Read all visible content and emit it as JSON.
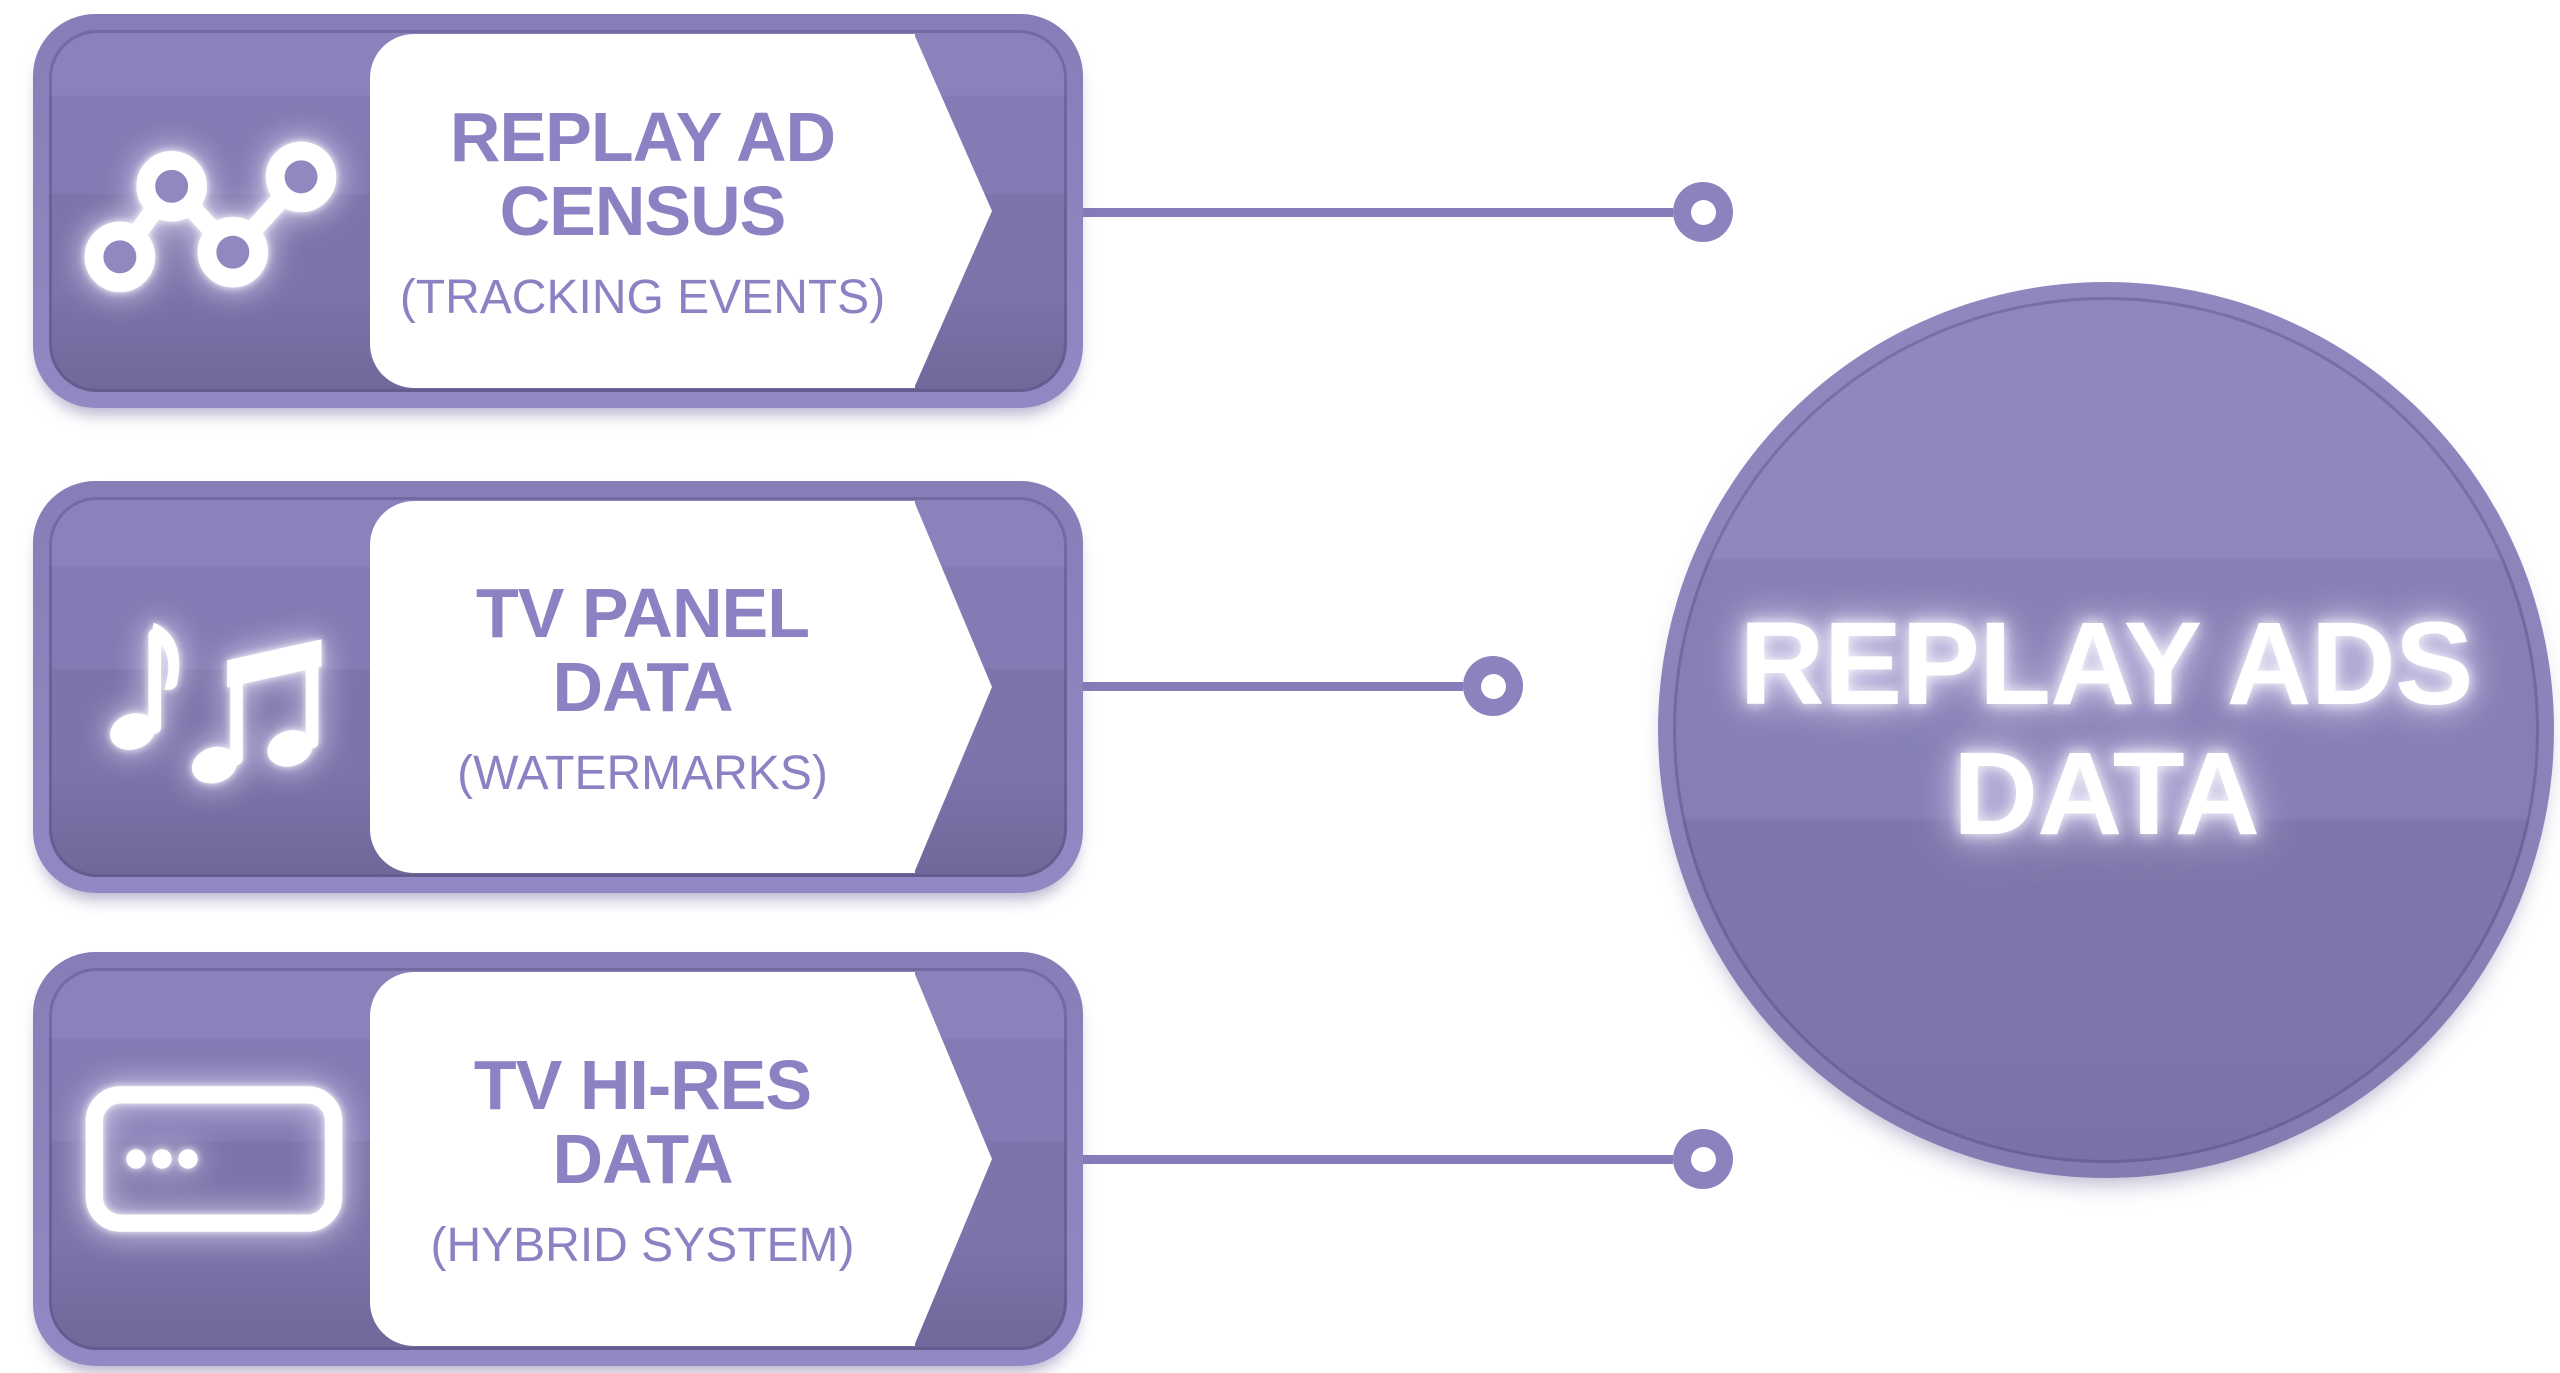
{
  "colors": {
    "card_rim_top": "#867EB7",
    "card_rim_bottom": "#9189C3",
    "title_text": "#8B82C3",
    "connector": "#857CB9",
    "connector_donut": "#8B82BE",
    "panel_bg": "#FFFFFF",
    "hub_text": "#FFFFFF"
  },
  "sources": [
    {
      "icon": "line-chart-icon",
      "title": "REPLAY AD\nCENSUS",
      "subtitle": "(TRACKING EVENTS)"
    },
    {
      "icon": "music-notes-icon",
      "title": "TV PANEL\nDATA",
      "subtitle": "(WATERMARKS)"
    },
    {
      "icon": "window-card-icon",
      "title": "TV HI-RES\nDATA",
      "subtitle": "(HYBRID SYSTEM)"
    }
  ],
  "hub": {
    "label": "REPLAY ADS\nDATA"
  }
}
